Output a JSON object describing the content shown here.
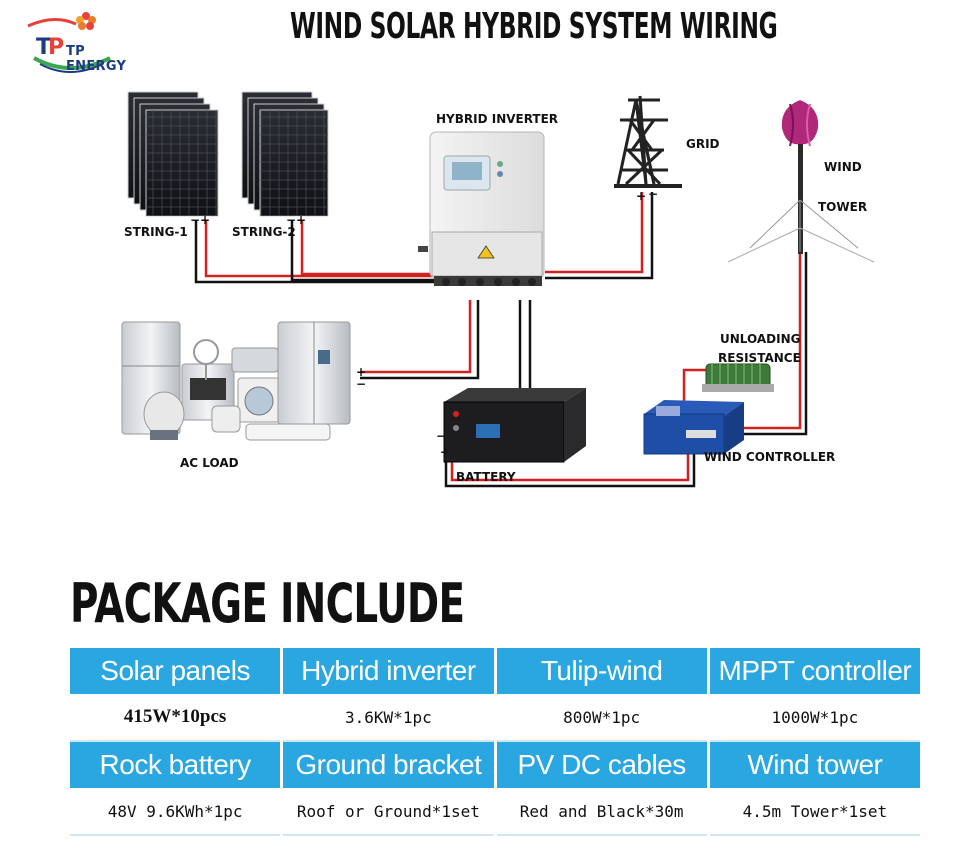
{
  "brand": {
    "logo_text": "TP ENERGY"
  },
  "title": "WIND SOLAR HYBRID SYSTEM WIRING",
  "diagram": {
    "labels": {
      "string1": "STRING-1",
      "string2": "STRING-2",
      "inverter": "HYBRID INVERTER",
      "grid": "GRID",
      "wind": "WIND",
      "tower": "TOWER",
      "unloading": "UNLOADING",
      "resistance": "RESISTANCE",
      "ac_load": "AC LOAD",
      "battery": "BATTERY",
      "wind_controller": "WIND CONTROLLER"
    },
    "wire_colors": {
      "positive": "#d42020",
      "negative": "#111111"
    }
  },
  "package": {
    "title": "PACKAGE INCLUDE",
    "rows": [
      {
        "headers": [
          "Solar panels",
          "Hybrid inverter",
          "Tulip-wind",
          "MPPT controller"
        ],
        "values": [
          "415W*10pcs",
          "3.6KW*1pc",
          "800W*1pc",
          "1000W*1pc"
        ]
      },
      {
        "headers": [
          "Rock battery",
          "Ground bracket",
          "PV DC cables",
          "Wind tower"
        ],
        "values": [
          "48V 9.6KWh*1pc",
          "Roof or Ground*1set",
          "Red and Black*30m",
          "4.5m Tower*1set"
        ]
      }
    ],
    "header_color": "#2aa6e0"
  }
}
